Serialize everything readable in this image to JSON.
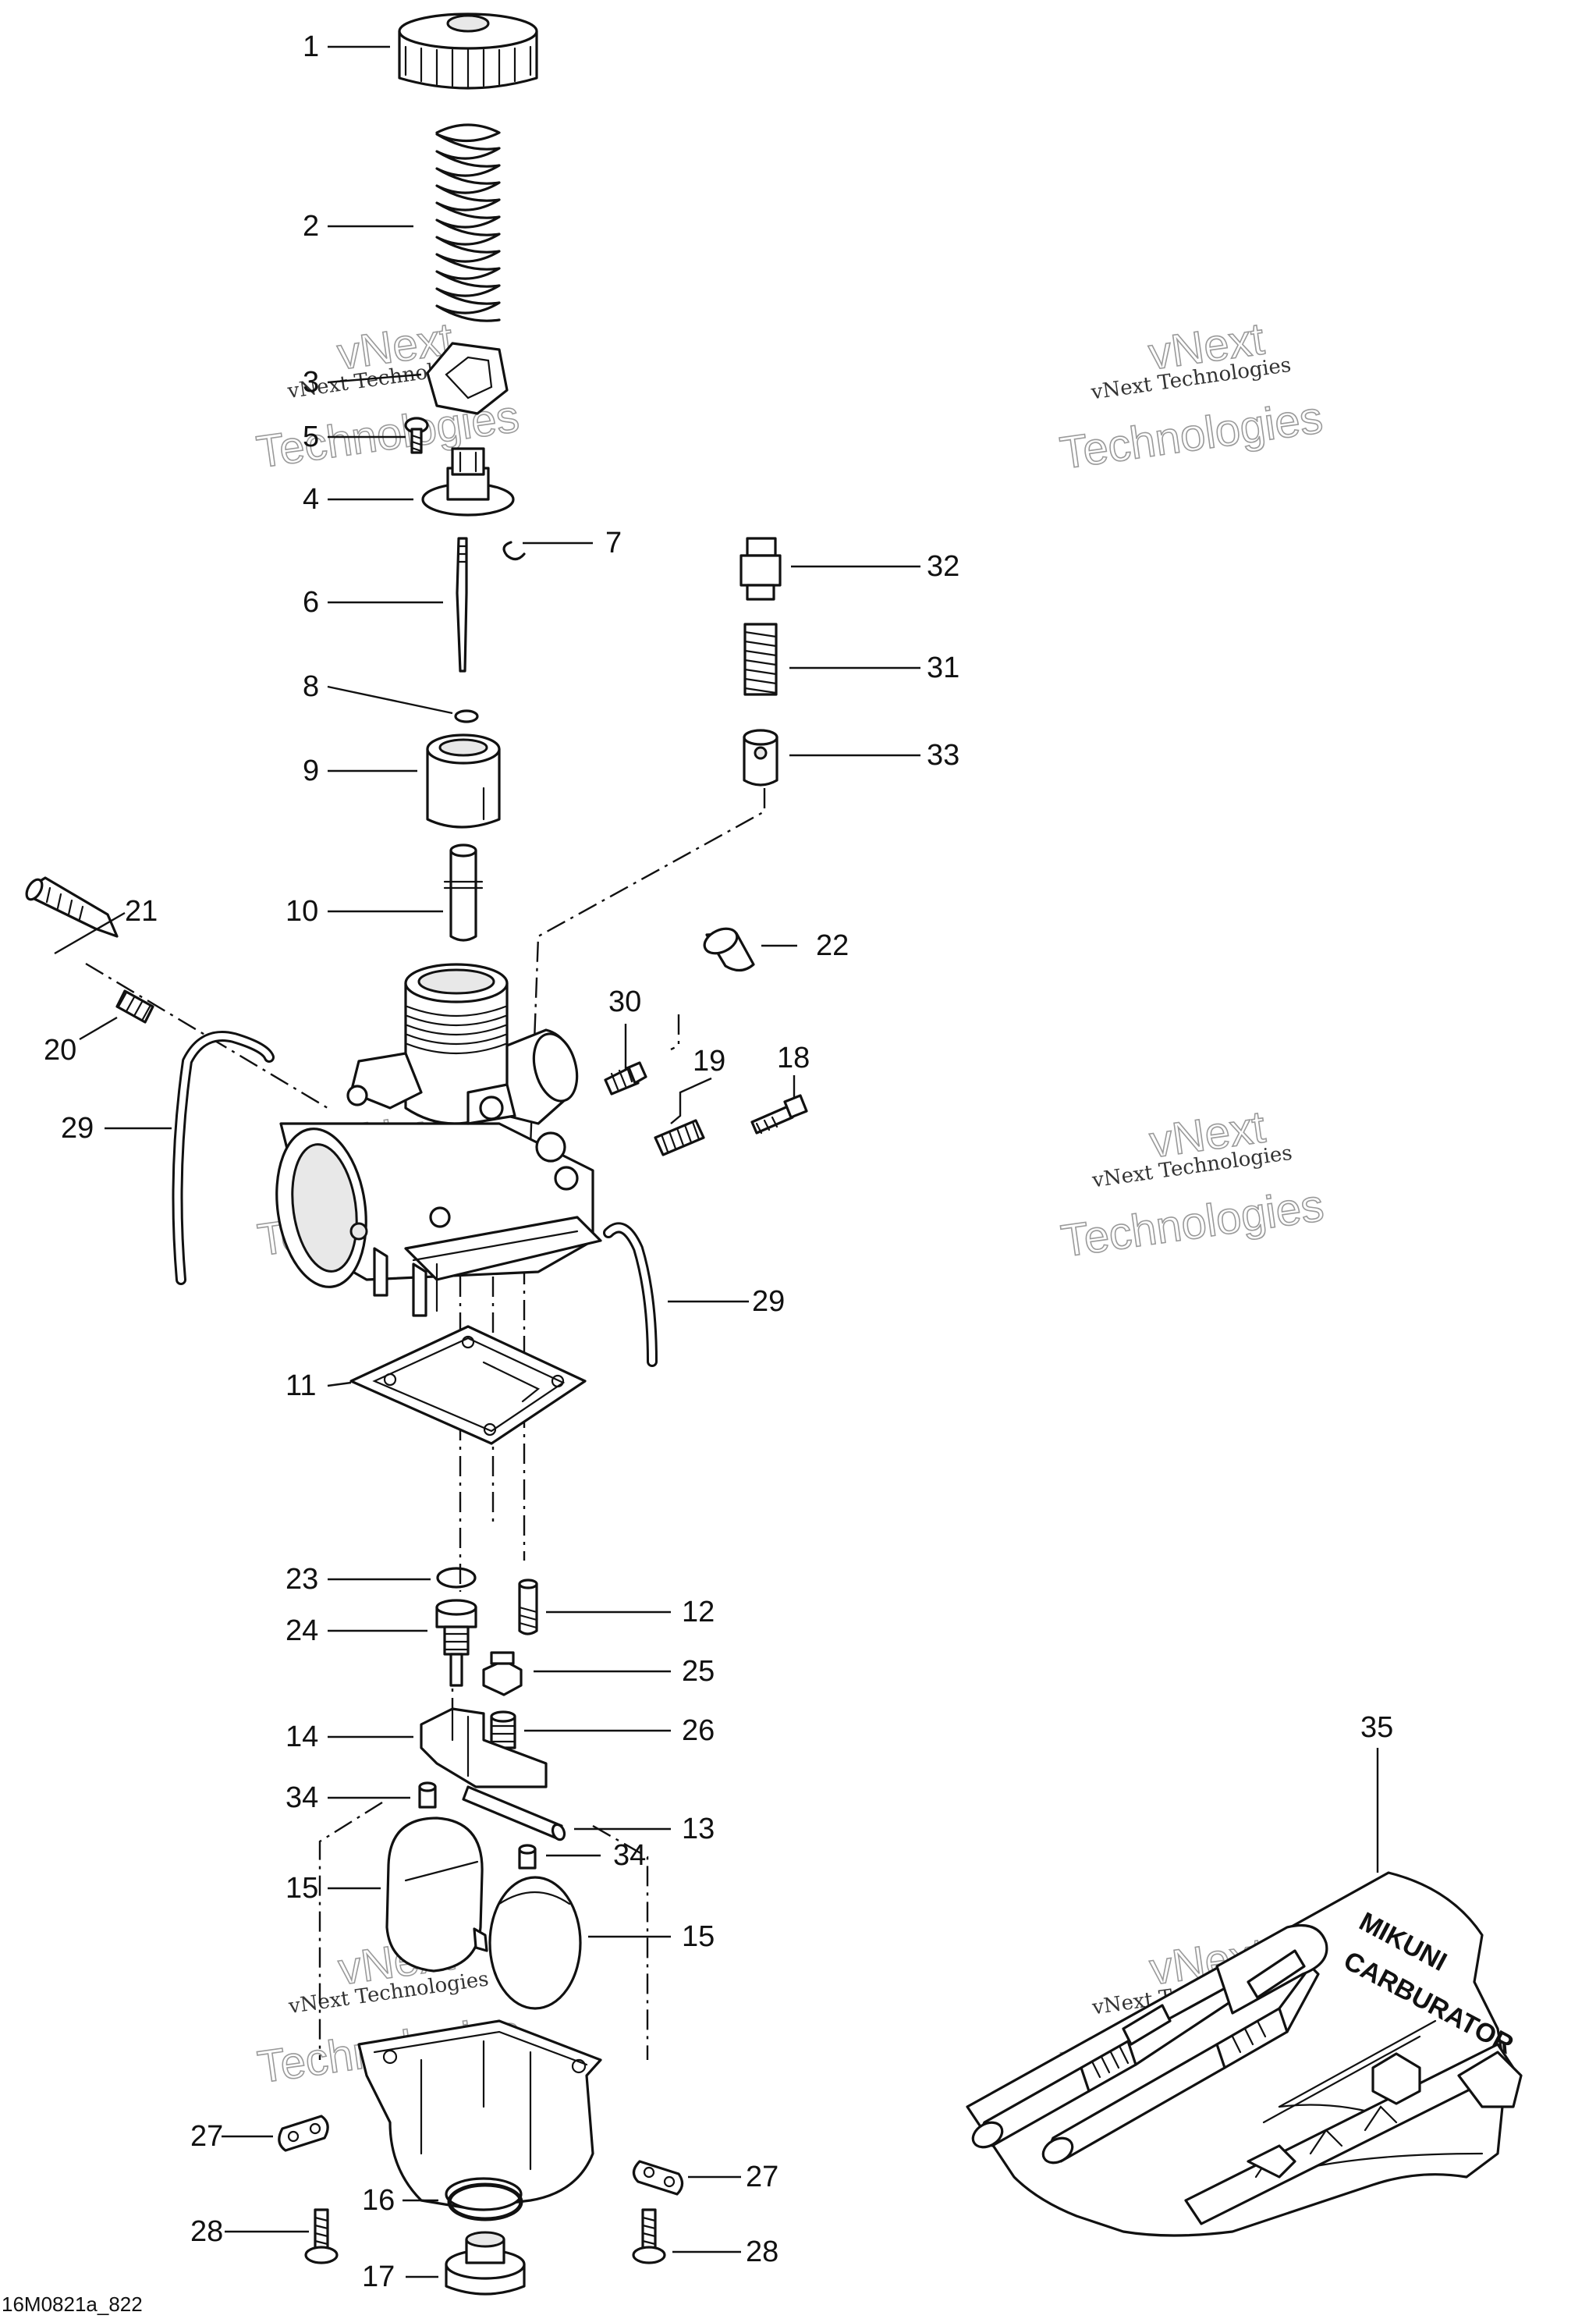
{
  "figure_code": "16M0821a_822",
  "watermark": {
    "line1": "vNext",
    "line2": "vNext Technologies",
    "line3": "Technologies"
  },
  "callouts": [
    {
      "id": "c1",
      "text": "1"
    },
    {
      "id": "c2",
      "text": "2"
    },
    {
      "id": "c3",
      "text": "3"
    },
    {
      "id": "c5",
      "text": "5"
    },
    {
      "id": "c4",
      "text": "4"
    },
    {
      "id": "c7",
      "text": "7"
    },
    {
      "id": "c6",
      "text": "6"
    },
    {
      "id": "c8",
      "text": "8"
    },
    {
      "id": "c9",
      "text": "9"
    },
    {
      "id": "c10",
      "text": "10"
    },
    {
      "id": "c32",
      "text": "32"
    },
    {
      "id": "c31",
      "text": "31"
    },
    {
      "id": "c33",
      "text": "33"
    },
    {
      "id": "c21",
      "text": "21"
    },
    {
      "id": "c22",
      "text": "22"
    },
    {
      "id": "c20",
      "text": "20"
    },
    {
      "id": "c30",
      "text": "30"
    },
    {
      "id": "c19",
      "text": "19"
    },
    {
      "id": "c18",
      "text": "18"
    },
    {
      "id": "c29a",
      "text": "29"
    },
    {
      "id": "c29b",
      "text": "29"
    },
    {
      "id": "c11",
      "text": "11"
    },
    {
      "id": "c23",
      "text": "23"
    },
    {
      "id": "c12",
      "text": "12"
    },
    {
      "id": "c24",
      "text": "24"
    },
    {
      "id": "c25",
      "text": "25"
    },
    {
      "id": "c14",
      "text": "14"
    },
    {
      "id": "c26",
      "text": "26"
    },
    {
      "id": "c34a",
      "text": "34"
    },
    {
      "id": "c13",
      "text": "13"
    },
    {
      "id": "c34b",
      "text": "34"
    },
    {
      "id": "c15a",
      "text": "15"
    },
    {
      "id": "c15b",
      "text": "15"
    },
    {
      "id": "c35",
      "text": "35"
    },
    {
      "id": "c27a",
      "text": "27"
    },
    {
      "id": "c27b",
      "text": "27"
    },
    {
      "id": "c16",
      "text": "16"
    },
    {
      "id": "c28a",
      "text": "28"
    },
    {
      "id": "c28b",
      "text": "28"
    },
    {
      "id": "c17",
      "text": "17"
    }
  ],
  "tool_kit_stamp": {
    "line1": "MIKUNI",
    "line2": "CARBURATOR"
  }
}
